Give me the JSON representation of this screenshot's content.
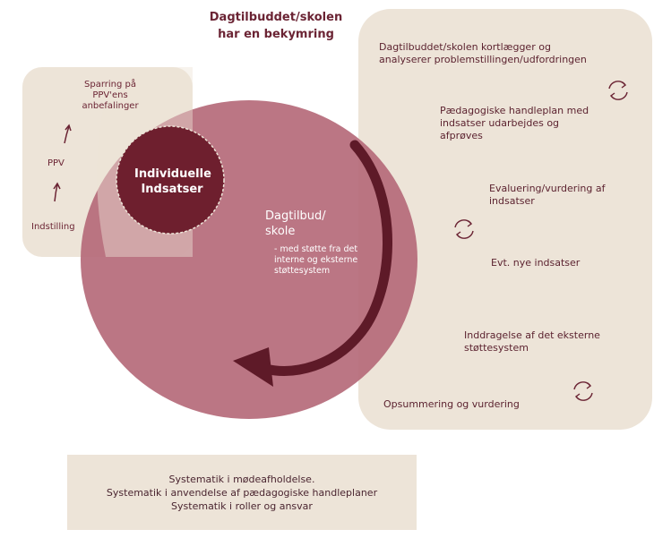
{
  "title": "Dagtilbuddet/skolen\nhar en bekymring",
  "left_panel": {
    "items": [
      "Sparring på\nPPV'ens\nanbefalinger",
      "PPV",
      "Indstilling"
    ]
  },
  "inner_circle": "Individuelle\nIndsatser",
  "main_circle": {
    "label": "Dagtilbud/\nskole",
    "sublabel": "- med støtte fra det\ninterne og eksterne\nstøttesystem"
  },
  "right_panel": {
    "steps": [
      "Dagtilbuddet/skolen kortlægger og\nanalyserer problemstillingen/udfordringen",
      "Pædagogiske handleplan med\nindsatser udarbejdes og\nafprøves",
      "Evaluering/vurdering af\nindsatser",
      "Evt. nye indsatser",
      "Inddragelse af det eksterne\nstøttesystem",
      "Opsummering og vurdering"
    ]
  },
  "bottom_box": {
    "lines": [
      "Systematik i mødeafholdelse.",
      "Systematik i anvendelse af pædagogiske handleplaner",
      "Systematik i roller og ansvar"
    ]
  },
  "colors": {
    "panel": "#ede4d8",
    "big_circle": "#b56a7a",
    "inner_circle": "#6e1f2e",
    "arrow": "#5e1a28",
    "text": "#6b2434"
  },
  "icons": [
    "refresh-cycle-icon",
    "up-arrow-icon",
    "curved-cycle-arrow-icon"
  ]
}
